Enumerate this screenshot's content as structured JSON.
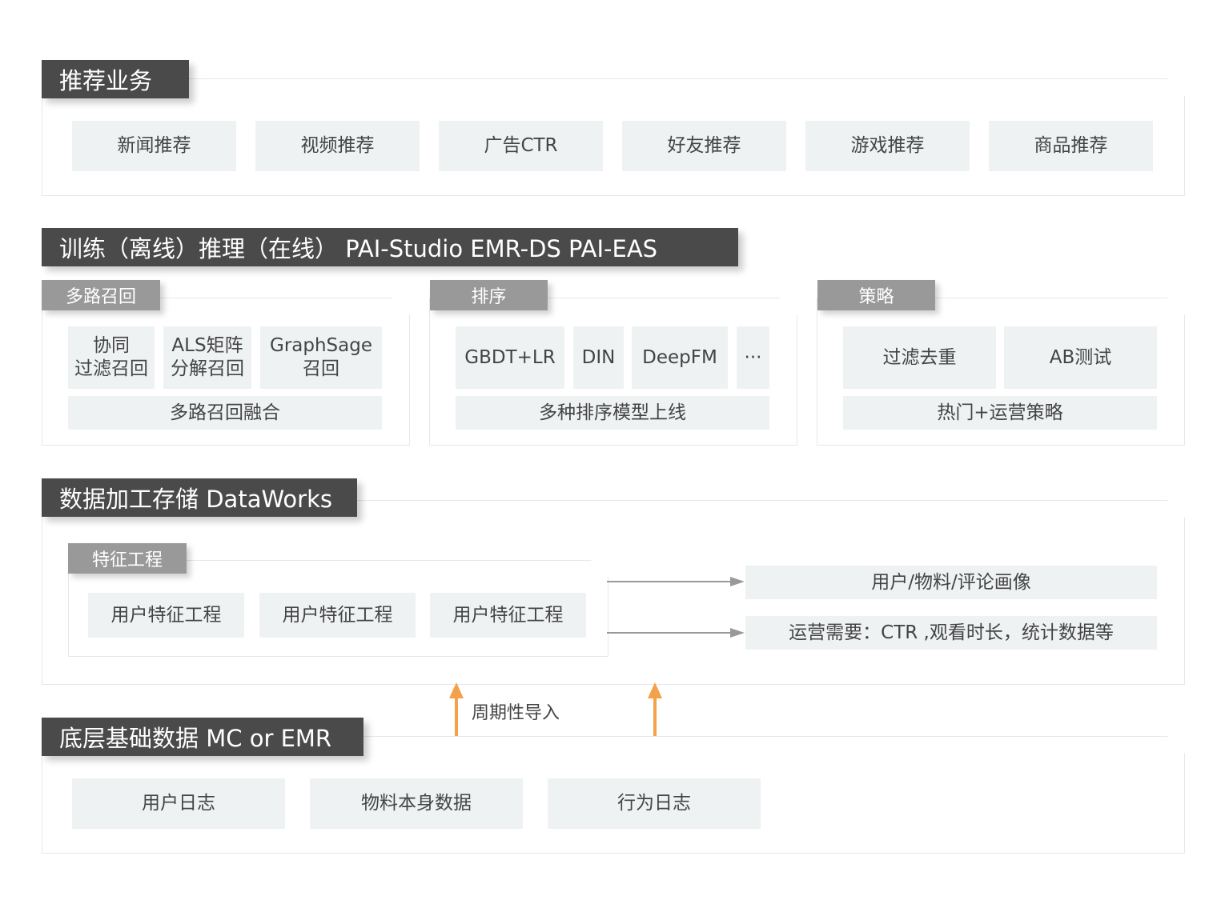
{
  "business": {
    "title": "推荐业务",
    "items": [
      "新闻推荐",
      "视频推荐",
      "广告CTR",
      "好友推荐",
      "游戏推荐",
      "商品推荐"
    ]
  },
  "training": {
    "title": "训练（离线）推理（在线） PAI-Studio EMR-DS PAI-EAS",
    "recall": {
      "title": "多路召回",
      "items": [
        "协同\n过滤召回",
        "ALS矩阵\n分解召回",
        "GraphSage\n召回"
      ],
      "merge": "多路召回融合"
    },
    "ranking": {
      "title": "排序",
      "items": [
        "GBDT+LR",
        "DIN",
        "DeepFM",
        "···"
      ],
      "footer": "多种排序模型上线"
    },
    "strategy": {
      "title": "策略",
      "items": [
        "过滤去重",
        "AB测试"
      ],
      "footer": "热门+运营策略"
    }
  },
  "data_processing": {
    "title": "数据加工存储 DataWorks",
    "feature": {
      "title": "特征工程",
      "items": [
        "用户特征工程",
        "用户特征工程",
        "用户特征工程"
      ]
    },
    "outputs": [
      "用户/物料/评论画像",
      "运营需要：CTR ,观看时长，统计数据等"
    ]
  },
  "import_label": "周期性导入",
  "base": {
    "title": "底层基础数据 MC or EMR",
    "items": [
      "用户日志",
      "物料本身数据",
      "行为日志"
    ]
  },
  "colors": {
    "header": "#4a4a4a",
    "subheader": "#999999",
    "box": "#eff2f3",
    "arrow_orange": "#f5a04a",
    "arrow_gray": "#999999"
  }
}
